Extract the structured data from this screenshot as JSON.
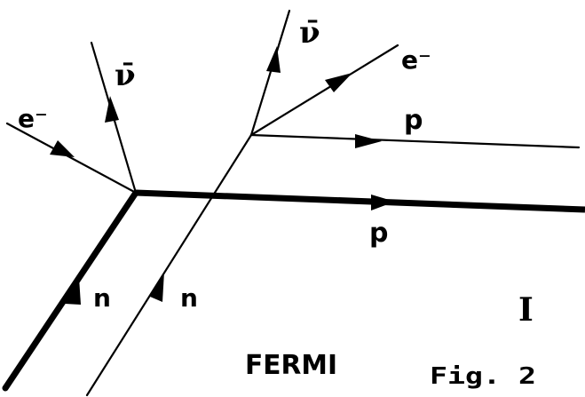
{
  "diagram": {
    "labels": {
      "electron_in": "e⁻",
      "antineutrino_left": "ν̄",
      "antineutrino_right": "ν̄",
      "electron_out": "e⁻",
      "proton_upper": "p",
      "proton_lower": "p",
      "neutron_left": "n",
      "neutron_right": "n",
      "panel_number": "I",
      "title": "FERMI",
      "figure_caption": "Fig. 2"
    },
    "colors": {
      "ink": "#000000",
      "background": "#ffffff"
    }
  }
}
